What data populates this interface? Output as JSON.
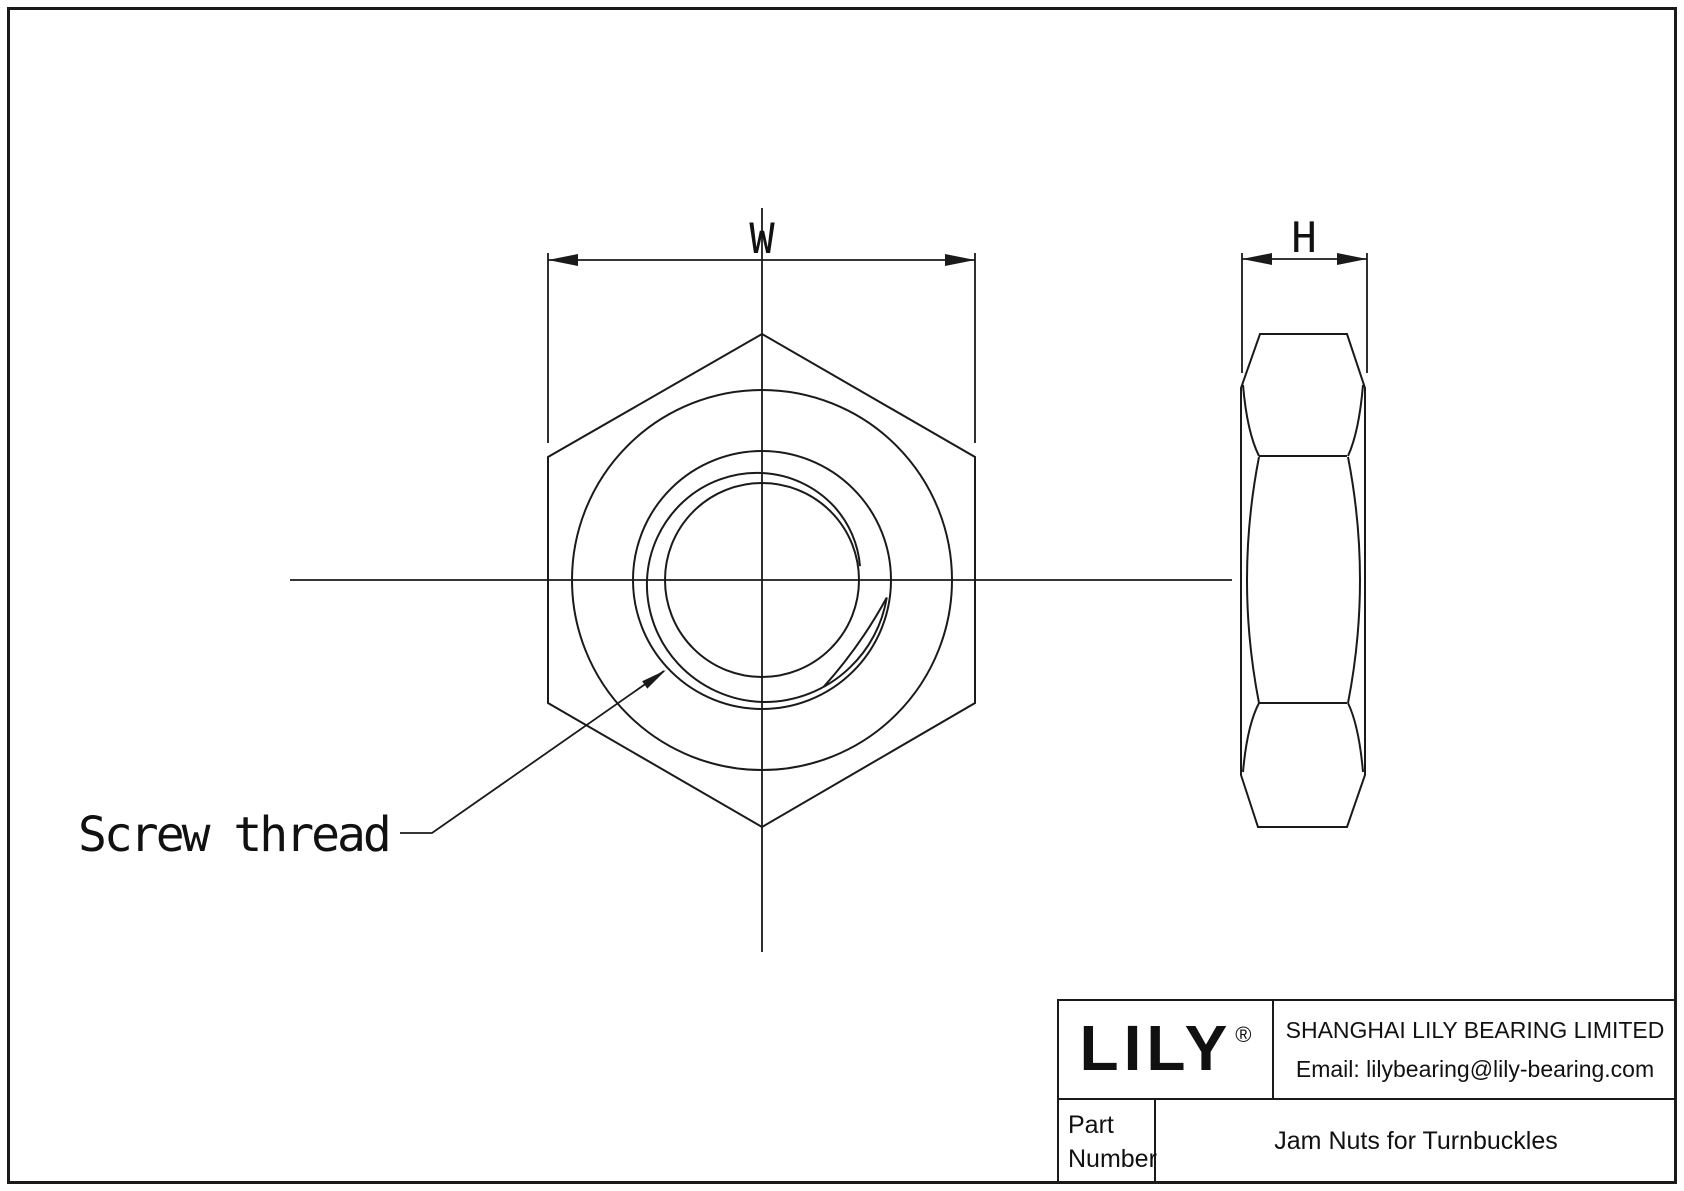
{
  "page": {
    "background": "#ffffff",
    "line_color": "#1a1a1a"
  },
  "drawing": {
    "front_view": {
      "width_dim_label": "W",
      "thread_callout": "Screw thread"
    },
    "side_view": {
      "height_dim_label": "H"
    }
  },
  "title_block": {
    "logo_text": "LILY",
    "registered_mark": "®",
    "company_name": "SHANGHAI LILY BEARING LIMITED",
    "email": "Email: lilybearing@lily-bearing.com",
    "part_label_line1": "Part",
    "part_label_line2": "Number",
    "part_title": "Jam Nuts for Turnbuckles"
  }
}
